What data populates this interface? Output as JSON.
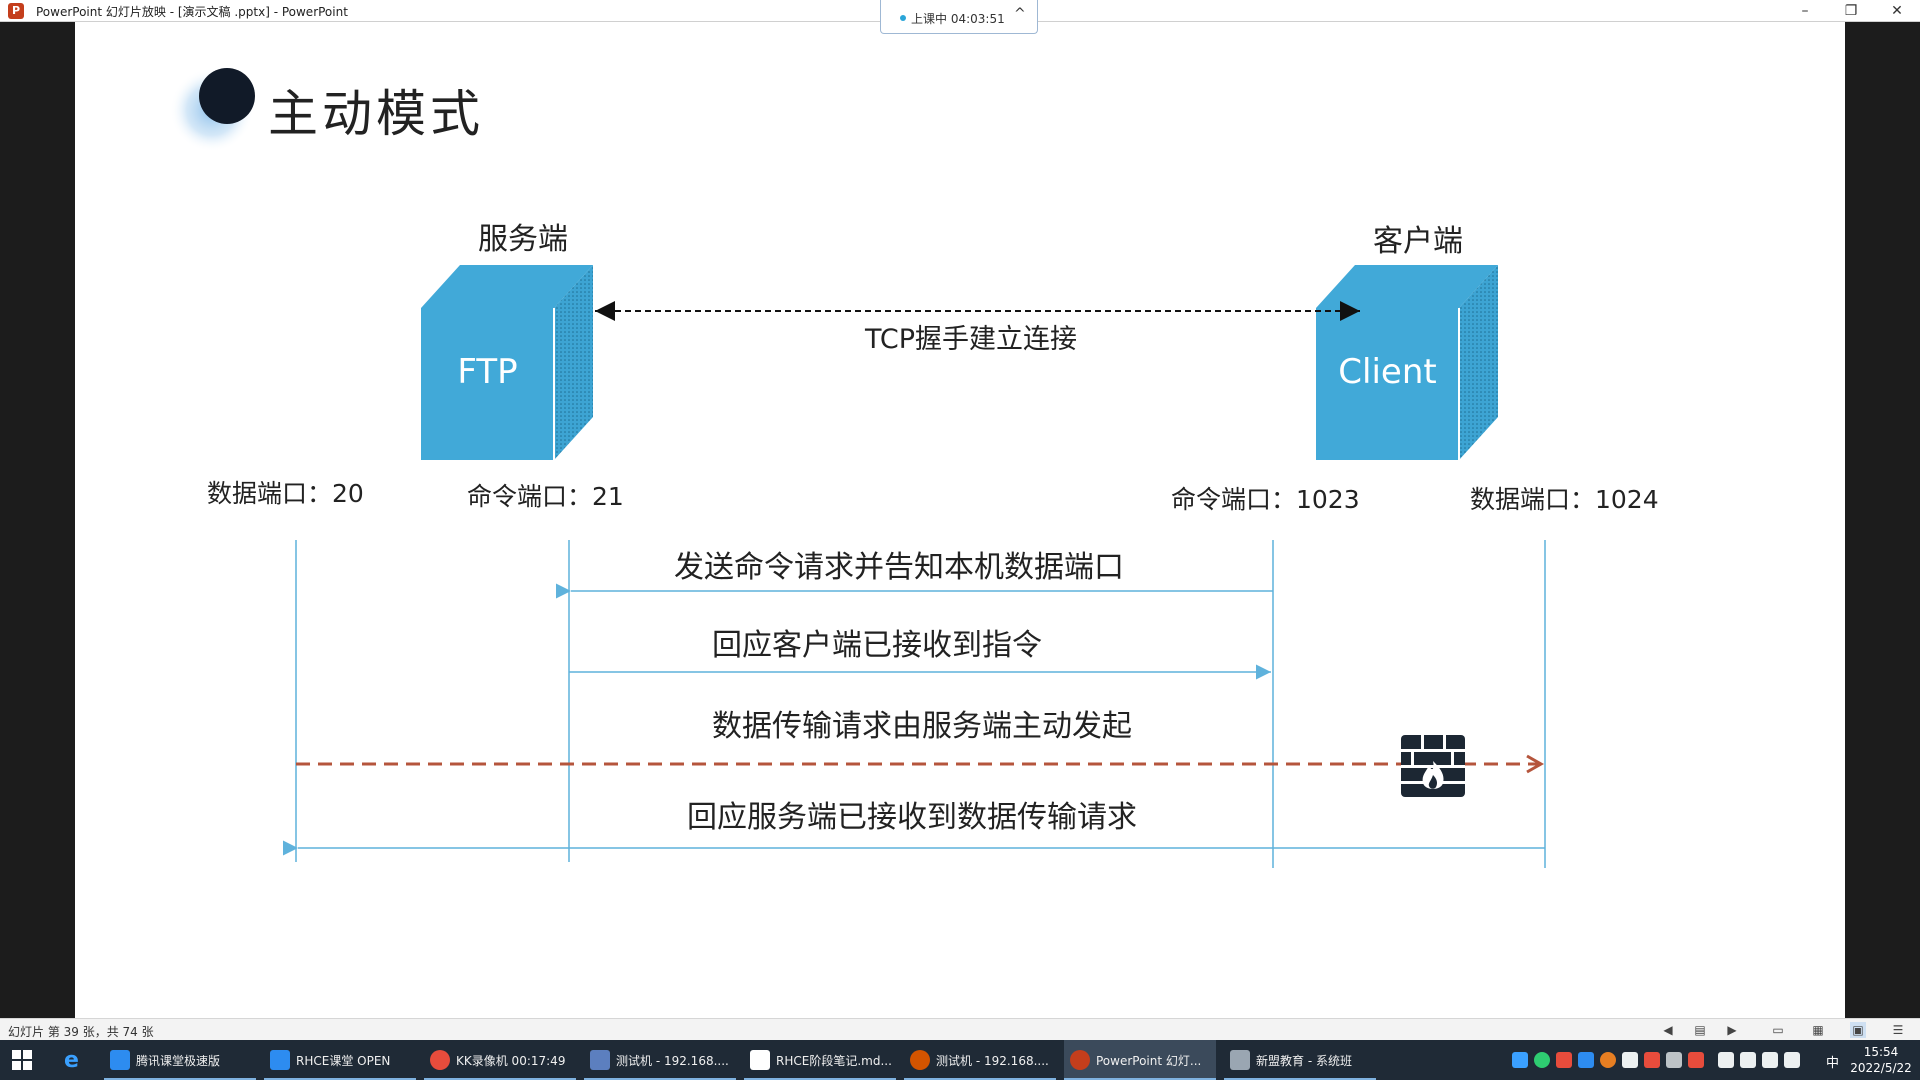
{
  "window": {
    "title": "PowerPoint 幻灯片放映 - [演示文稿 .pptx] - PowerPoint",
    "minimize": "–",
    "restore": "❐",
    "close": "✕"
  },
  "live_status": {
    "text": "上课中 04:03:51",
    "chevron": "^"
  },
  "slide": {
    "title": "主动模式",
    "server_label": "服务端",
    "client_label": "客户端",
    "server_box": "FTP",
    "client_box": "Client",
    "handshake_label": "TCP握手建立连接",
    "ports": {
      "server_data": "数据端口：20",
      "server_cmd": "命令端口：21",
      "client_cmd": "命令端口：1023",
      "client_data": "数据端口：1024"
    },
    "messages": [
      "发送命令请求并告知本机数据端口",
      "回应客户端已接收到指令",
      "数据传输请求由服务端主动发起",
      "回应服务端已接收到数据传输请求"
    ],
    "firewall_icon": "firewall-icon",
    "colors": {
      "box": "#41a9d8",
      "line": "#5fb2dc",
      "data_arrow": "#b5553c"
    }
  },
  "statusbar": {
    "slide_info": "幻灯片 第 39 张，共 74 张"
  },
  "taskbar": {
    "items": [
      {
        "label": "腾讯课堂极速版",
        "color": "#2d8cf0"
      },
      {
        "label": "RHCE课堂 OPEN",
        "color": "#2d8cf0"
      },
      {
        "label": "KK录像机 00:17:49",
        "color": "#e74c3c"
      },
      {
        "label": "测试机 - 192.168....",
        "color": "#5c7fbf"
      },
      {
        "label": "RHCE阶段笔记.md...",
        "color": "#ffffff"
      },
      {
        "label": "测试机 - 192.168....",
        "color": "#d35400"
      },
      {
        "label": "PowerPoint 幻灯...",
        "color": "#c43e1c"
      },
      {
        "label": "新盟教育 - 系统班",
        "color": "#9aa6b2"
      }
    ],
    "clock_time": "15:54",
    "clock_date": "2022/5/22",
    "ime": "中"
  }
}
